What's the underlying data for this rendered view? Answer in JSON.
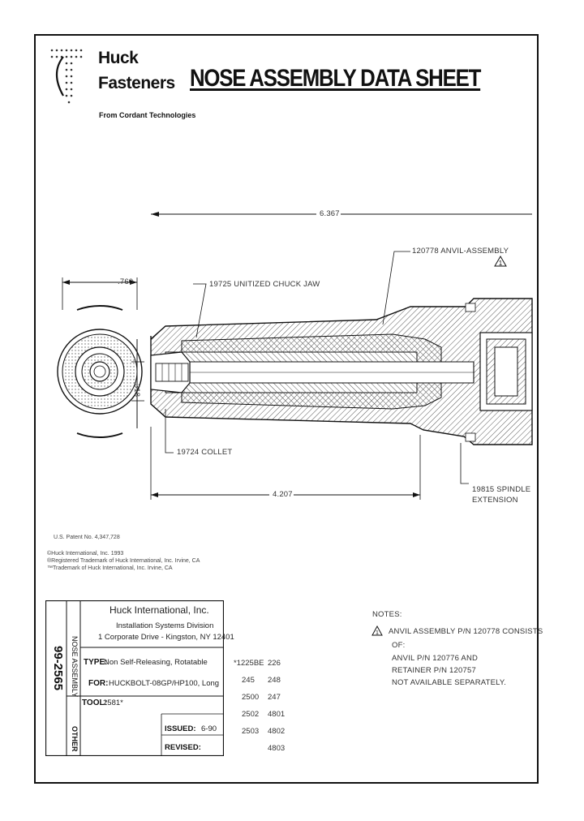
{
  "logo": {
    "line1": "Huck",
    "line2": "Fasteners",
    "tagline": "From Cordant Technologies"
  },
  "title": "NOSE ASSEMBLY DATA SHEET",
  "drawing": {
    "dim_overall": "6.367",
    "dim_front_width": ".760",
    "dim_bore": ".318",
    "dim_collet_length": "4.207",
    "callout_anvil": "120778 ANVIL-ASSEMBLY",
    "callout_chuck_jaw": "19725 UNITIZED CHUCK JAW",
    "callout_collet": "19724 COLLET",
    "callout_spindle": "19815 SPINDLE EXTENSION",
    "callout_spindle_line1": "19815 SPINDLE",
    "callout_spindle_line2": "EXTENSION"
  },
  "legal": {
    "patent": "U.S. Patent No. 4,347,728",
    "line1": "©Huck International, Inc. 1993",
    "line2": "®Registered Trademark of Huck International, Inc. Irvine, CA",
    "line3": "™Trademark of Huck International, Inc. Irvine, CA"
  },
  "company": {
    "name": "Huck International, Inc.",
    "division": "Installation Systems Division",
    "address": "1 Corporate Drive - Kingston, NY  12401"
  },
  "side": {
    "doc_number": "99-2565",
    "category": "NOSE ASSEMBLY",
    "other": "OTHER"
  },
  "specs": {
    "type_label": "TYPE:",
    "type_value": "Non Self-Releasing, Rotatable",
    "for_label": "FOR:",
    "for_value": "HUCKBOLT-08GP/HP100, Long",
    "tool_label": "TOOL:",
    "tool_value": "2581*",
    "issued_label": "ISSUED:",
    "issued_value": "6-90",
    "revised_label": "REVISED:",
    "revised_value": ""
  },
  "tools": {
    "col1": [
      "*1225BE",
      "245",
      "2500",
      "2502",
      "2503"
    ],
    "col2": [
      "226",
      "248",
      "247",
      "4801",
      "4802",
      "4803"
    ]
  },
  "notes": {
    "heading": "NOTES:",
    "note1_line1": "ANVIL ASSEMBLY P/N 120778 CONSISTS",
    "note1_line2": "OF:",
    "note1_line3": "ANVIL P/N 120776 AND",
    "note1_line4": "RETAINER P/N 120757",
    "note1_line5": "NOT AVAILABLE SEPARATELY."
  },
  "colors": {
    "ink": "#111111",
    "hatch": "#555555",
    "paper": "#ffffff"
  }
}
